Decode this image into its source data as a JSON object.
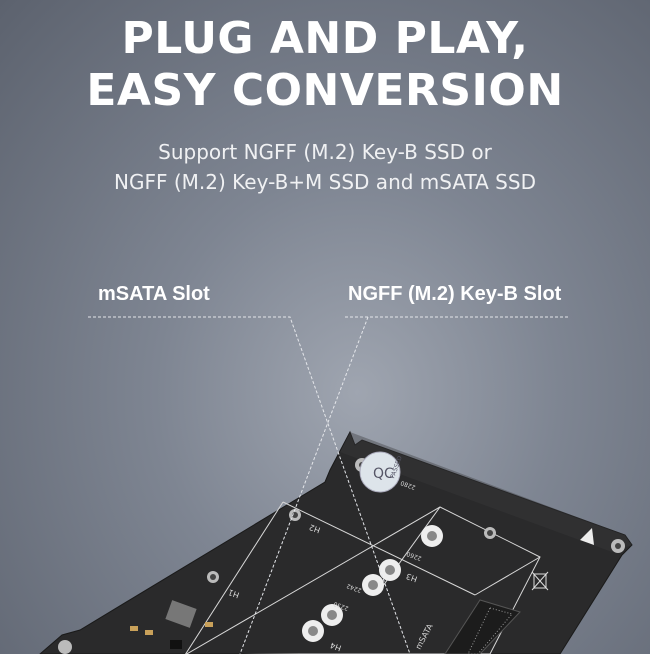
{
  "headline": {
    "line1": "PLUG AND PLAY,",
    "line2": "EASY CONVERSION"
  },
  "subtitle": {
    "line1": "Support NGFF (M.2) Key-B SSD or",
    "line2": "NGFF (M.2) Key-B+M SSD and mSATA SSD"
  },
  "callouts": {
    "msata": "mSATA Slot",
    "ngff": "NGFF (M.2) Key-B Slot"
  },
  "board": {
    "badge": [
      "QC",
      "PASSED"
    ],
    "holes": [
      "H1",
      "H2",
      "H3",
      "H4"
    ],
    "sizes": [
      "2280",
      "2260",
      "2242",
      "2230"
    ],
    "connector_label": "mSATA",
    "colors": {
      "pcb": "#2a2a2b",
      "silkscreen": "#d8d8d8",
      "background": "#7e8592"
    }
  }
}
